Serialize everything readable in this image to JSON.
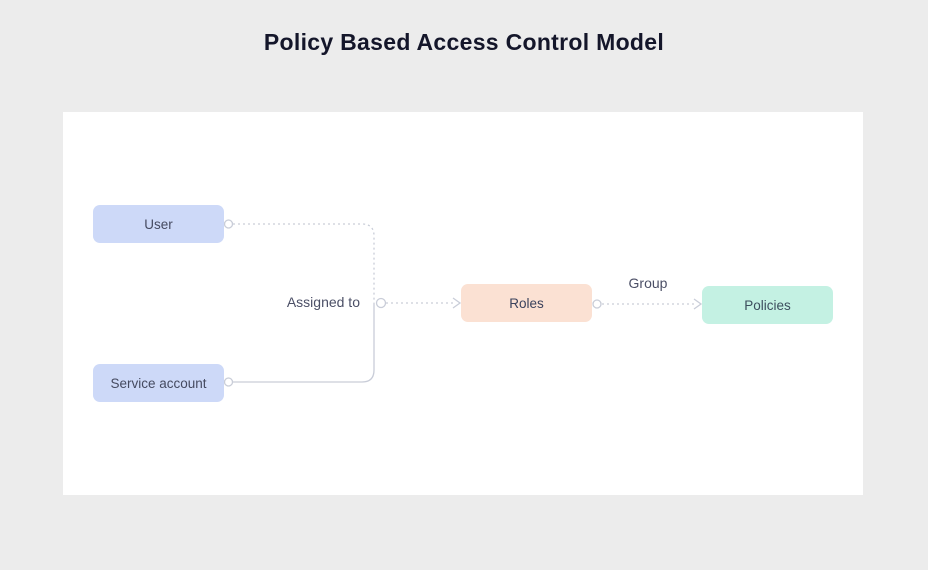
{
  "title": "Policy Based Access Control Model",
  "diagram": {
    "nodes": [
      {
        "id": "user",
        "label": "User",
        "color": "#cdd9f8"
      },
      {
        "id": "service-account",
        "label": "Service account",
        "color": "#cdd9f8"
      },
      {
        "id": "roles",
        "label": "Roles",
        "color": "#fbe1d3"
      },
      {
        "id": "policies",
        "label": "Policies",
        "color": "#c4f1e3"
      }
    ],
    "edges": [
      {
        "from": "user",
        "to": "roles",
        "label": "Assigned to",
        "style": "dotted"
      },
      {
        "from": "service-account",
        "to": "roles",
        "label": "Assigned to",
        "style": "solid"
      },
      {
        "from": "roles",
        "to": "policies",
        "label": "Group",
        "style": "dotted"
      }
    ],
    "colors": {
      "background": "#ececec",
      "canvas": "#ffffff",
      "connector": "#c9cdd8",
      "title_text": "#14162a",
      "node_text": "#454a60",
      "label_text": "#4b4f66"
    }
  }
}
